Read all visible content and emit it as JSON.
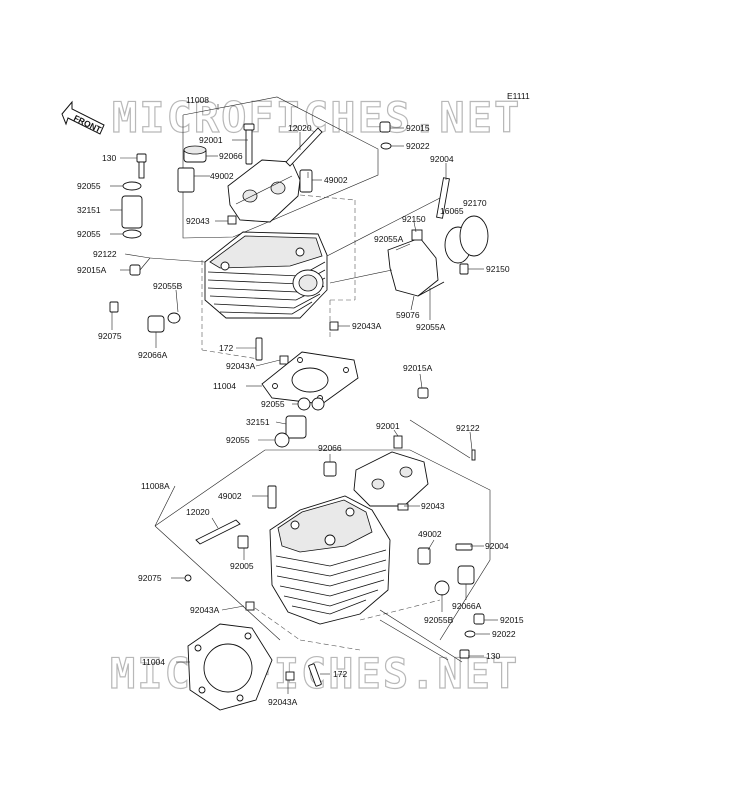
{
  "diagram": {
    "code": "E1111",
    "front_label": "FRONT",
    "watermark": "MICROFICHES.NET",
    "labels": {
      "l11008": "11008",
      "l92015_t": "92015",
      "l92001_t": "92001",
      "l12020_t": "12020",
      "l92022_t": "92022",
      "l130_t": "130",
      "l92066_t": "92066",
      "l92004_t": "92004",
      "l49002_ta": "49002",
      "l49002_tb": "49002",
      "l92055_ta": "92055",
      "l32151_t": "32151",
      "l92043_t": "92043",
      "l92150_ta": "92150",
      "l16065": "16065",
      "l92170": "92170",
      "l92055_tb": "92055",
      "l92055A_t": "92055A",
      "l92122_t": "92122",
      "l92150_tb": "92150",
      "l92015A": "92015A",
      "l92055B_t": "92055B",
      "l59076": "59076",
      "l92055A_t2": "92055A",
      "l92043A_t": "92043A",
      "l92075_t": "92075",
      "l92066A_t": "92066A",
      "l172_t": "172",
      "l92043A_t2": "92043A",
      "l11004_t": "11004",
      "l92015A_b": "92015A",
      "l92055_ba": "92055",
      "l32151_b": "32151",
      "l92055_bb": "92055",
      "l92001_b": "92001",
      "l92122_b": "92122",
      "l92066_b": "92066",
      "l11008A": "11008A",
      "l49002_ba": "49002",
      "l92043_b": "92043",
      "l12020_b": "12020",
      "l49002_bb": "49002",
      "l92004_b": "92004",
      "l92005": "92005",
      "l92075_b": "92075",
      "l92066A_b": "92066A",
      "l92043A_b": "92043A",
      "l92015_b": "92015",
      "l92055B_b": "92055B",
      "l92022_b": "92022",
      "l11004_b": "11004",
      "l130_b": "130",
      "l172_b": "172",
      "l92043A_b2": "92043A"
    }
  }
}
